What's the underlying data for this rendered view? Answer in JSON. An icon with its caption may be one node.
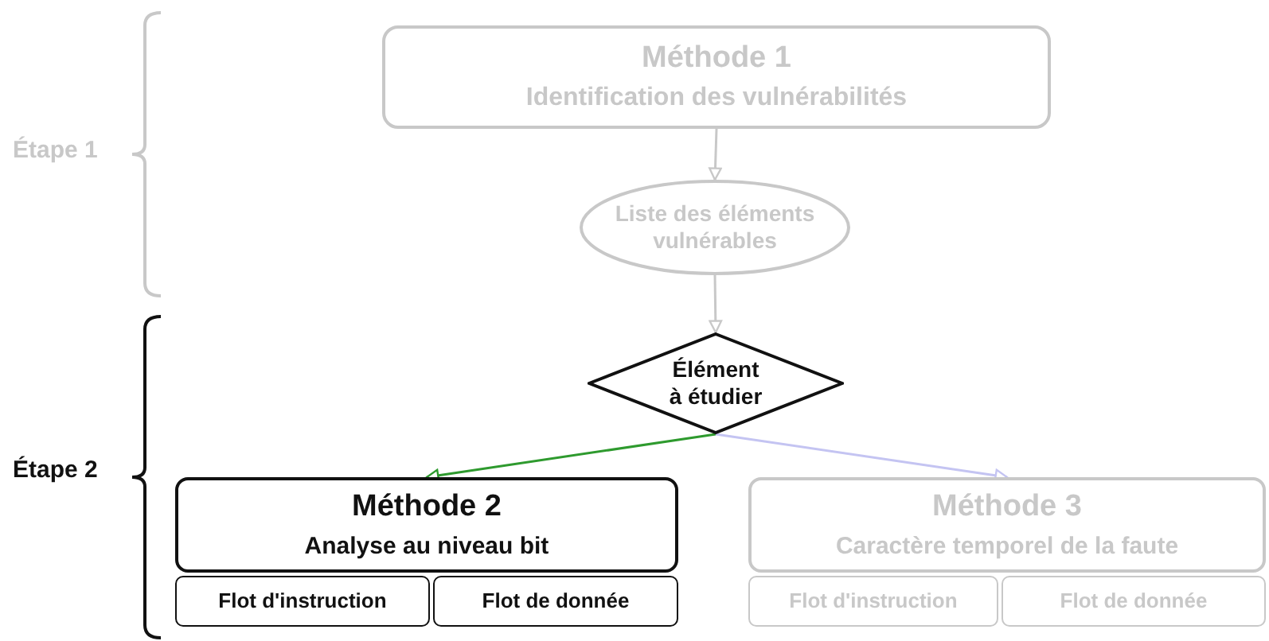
{
  "diagram": {
    "nodes": [
      {
        "text": [
          "Méthode 1",
          "Identification des vulnérabilités"
        ]
      },
      {
        "text": [
          "Liste des éléments vulnérables"
        ]
      },
      {
        "text": [
          "Élément à étudier"
        ]
      },
      {
        "text": [
          "Méthode 2",
          "Analyse au niveau bit"
        ]
      },
      {
        "text": [
          "Flot d'instruction"
        ]
      },
      {
        "text": [
          "Flot de donnée"
        ]
      },
      {
        "text": [
          "Méthode 3",
          "Caractère temporel de la faute"
        ]
      },
      {
        "text": [
          "Flot d'instruction"
        ]
      },
      {
        "text": [
          "Flot de donnée"
        ]
      }
    ],
    "edges": [
      {
        "from": 0,
        "to": 1,
        "arrow": "to"
      },
      {
        "from": 1,
        "to": 2,
        "arrow": "to"
      },
      {
        "from": 2,
        "to": 3,
        "arrow": "to",
        "color": "#2e9a2e"
      },
      {
        "from": 2,
        "to": 6,
        "arrow": "to",
        "color": "#c4c4f2"
      }
    ],
    "labels": [
      "Étape 1",
      "Étape 2"
    ]
  }
}
